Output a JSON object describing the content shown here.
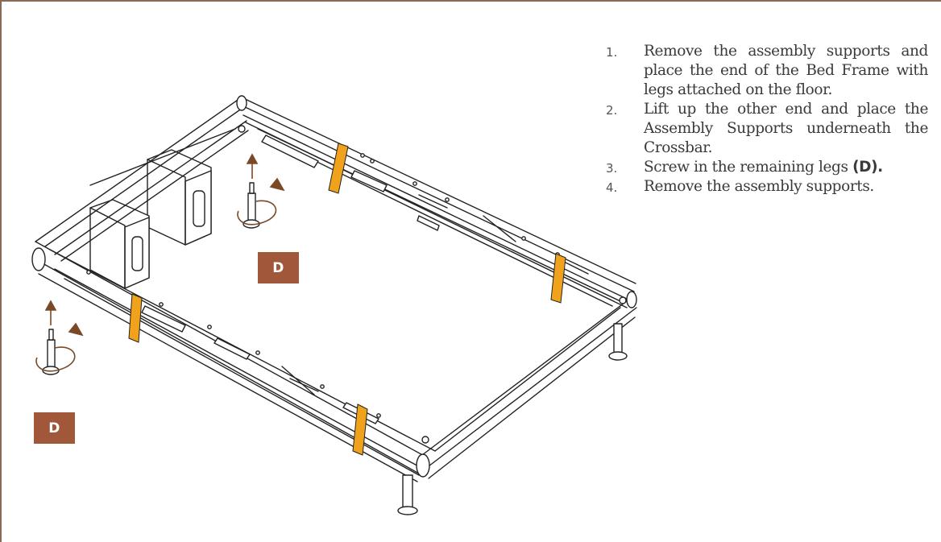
{
  "colors": {
    "border": "#8a6a55",
    "label_bg": "#a0573a",
    "strap": "#f0a21c",
    "arrow": "#7a4a26",
    "line": "#222222"
  },
  "steps": [
    {
      "num": "1.",
      "text": "Remove the assembly supports and place the end of the Bed Frame with legs attached on the floor.",
      "bold": ""
    },
    {
      "num": "2.",
      "text": "Lift up the other end and place the Assembly Supports underneath the Crossbar.",
      "bold": ""
    },
    {
      "num": "3.",
      "text": "Screw in the remaining legs ",
      "bold": "(D)."
    },
    {
      "num": "4.",
      "text": "Remove the assembly supports.",
      "bold": ""
    }
  ],
  "labels": {
    "leg_top": "D",
    "leg_bottom": "D"
  },
  "icons": {
    "rotation": "curved-arrow-icon",
    "lift": "up-arrow-icon"
  }
}
